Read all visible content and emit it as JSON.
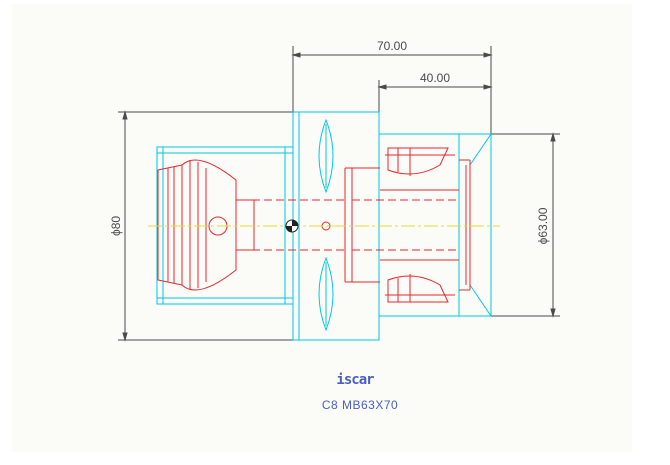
{
  "drawing": {
    "dim_overall_length": "70.00",
    "dim_body_length": "40.00",
    "dim_shank_diameter": "ϕ80",
    "dim_body_diameter": "ϕ63.00",
    "logo_text": "iscar",
    "part_code": "C8 MB63X70"
  },
  "colors": {
    "sheet": "#fbfcf8",
    "dimension": "#4a4a4a",
    "outline": "#00c8e0",
    "hidden": "#e8262a",
    "center": "#e8d832",
    "logo": "#4a5fbf",
    "caption": "#4a5fbf"
  },
  "icons": {
    "logo": "iscar-logo-icon"
  }
}
